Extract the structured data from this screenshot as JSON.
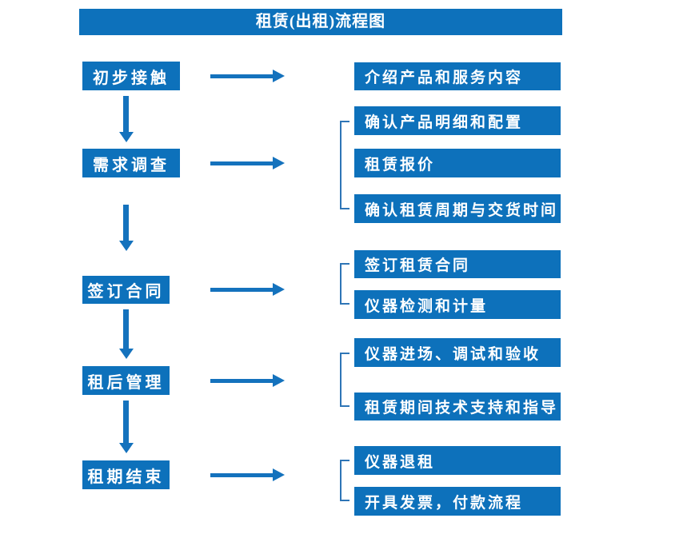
{
  "title": "租赁(出租)流程图",
  "colors": {
    "primary_blue": "#0d71bb",
    "arrow_blue": "#1472bd",
    "bracket_blue": "#2e75b6",
    "box_text": "#ffffff",
    "background": "#ffffff"
  },
  "steps": [
    {
      "label": "初步接触",
      "details": [
        "介绍产品和服务内容"
      ]
    },
    {
      "label": "需求调查",
      "details": [
        "确认产品明细和配置",
        "租赁报价",
        "确认租赁周期与交货时间"
      ]
    },
    {
      "label": "签订合同",
      "details": [
        "签订租赁合同",
        "仪器检测和计量"
      ]
    },
    {
      "label": "租后管理",
      "details": [
        "仪器进场、调试和验收",
        "租赁期间技术支持和指导"
      ]
    },
    {
      "label": "租期结束",
      "details": [
        "仪器退租",
        "开具发票，付款流程"
      ]
    }
  ]
}
